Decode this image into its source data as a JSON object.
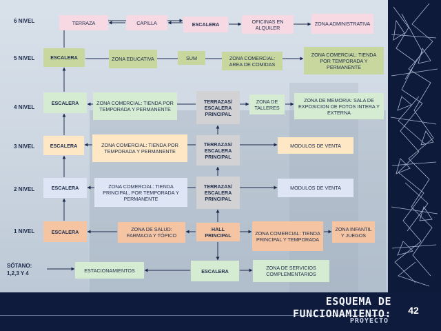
{
  "slide": {
    "title": "ESQUEMA DE FUNCIONAMIENTO:",
    "subtitle": "PROYECTO",
    "page_number": "42"
  },
  "levels": {
    "l6": "6 NIVEL",
    "l5": "5 NIVEL",
    "l4": "4 NIVEL",
    "l3": "3 NIVEL",
    "l2": "2 NIVEL",
    "l1": "1 NIVEL",
    "sotano": "SÓTANO: 1,2,3 Y 4"
  },
  "nodes": {
    "terraza": "TERRAZA",
    "capilla": "CAPILLA",
    "escalera_6": "ESCALERA",
    "oficinas": "OFICINAS EN ALQUILER",
    "zona_admin": "ZONA ADMINISTRATIVA",
    "escalera_5": "ESCALERA",
    "zona_educativa": "ZONA EDUCATIVA",
    "sum": "SUM",
    "zona_comidas": "ZONA COMERCIAL: AREA DE COMIDAS",
    "tienda_5": "ZONA COMERCIAL: TIENDA POR TEMPORADA Y PERMANENTE",
    "escalera_4": "ESCALERA",
    "tienda_4": "ZONA COMERCIAL: TIENDA POR TEMPORADA Y PERMANENTE",
    "terrazas_4": "TERRAZAS/ ESCALERA PRINCIPAL",
    "talleres": "ZONA DE TALLERES",
    "memoria": "ZONA DE MEMORIA: SALA DE EXPOSICION DE FOTOS INTERA Y EXTERNA",
    "escalera_3": "ESCALERA",
    "tienda_3": "ZONA COMERCIAL: TIENDA POR TEMPORADA Y PERMANENTE",
    "terrazas_3": "TERRAZAS/ ESCALERA PRINCIPAL",
    "modulos_3": "MODULOS DE VENTA",
    "escalera_2": "ESCALERA",
    "tienda_2": "ZONA COMERCIAL: TIENDA PRINCIPAL, POR TEMPORADA Y PERMANENTE",
    "terrazas_2": "TERRAZAS/ ESCALERA PRINCIPAL",
    "modulos_2": "MODULOS DE VENTA",
    "escalera_1": "ESCALERA",
    "salud": "ZONA DE SALUD: FARMACIA Y TÓPICO",
    "hall": "HALL PRINCIPAL",
    "comercial_1": "ZONA COMERCIAL: TIENDA PRINCIPAL Y TEMPORADA",
    "infantil": "ZONA INFANTIL Y JUEGOS",
    "estacionamientos": "ESTACIONAMIENTOS",
    "escalera_s": "ESCALERA",
    "servicios": "ZONA DE SERVICIOS COMPLEMENTARIOS"
  }
}
